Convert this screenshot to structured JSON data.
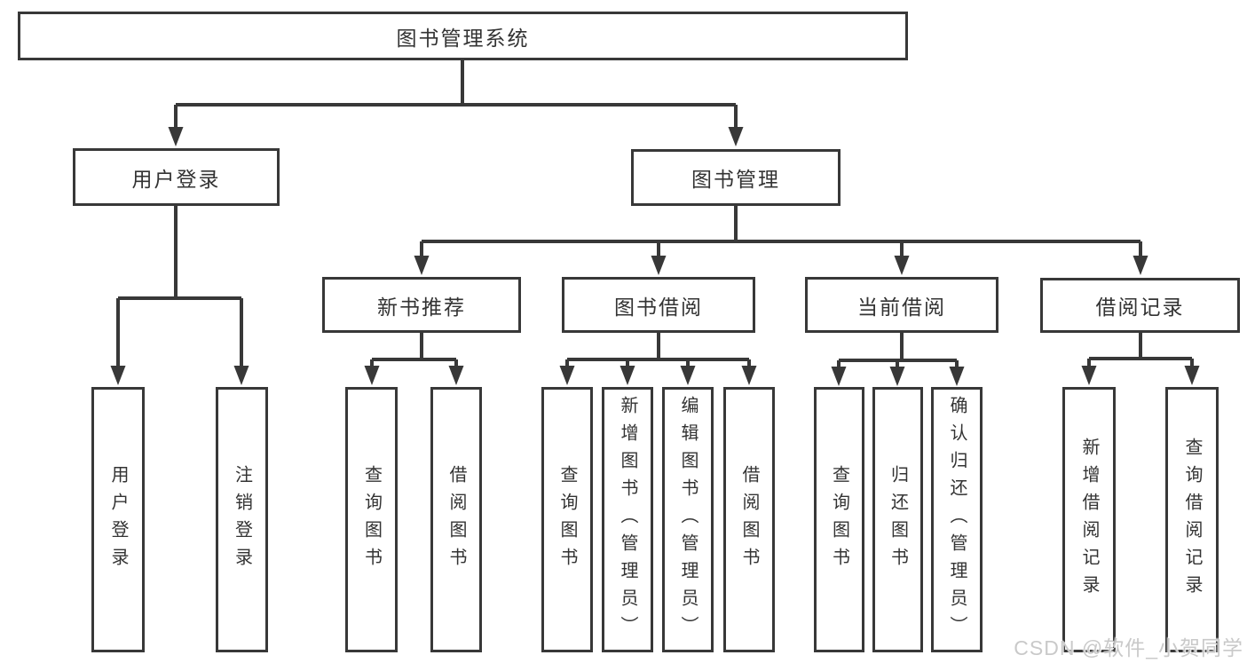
{
  "nodes": {
    "root": "图书管理系统",
    "level2": [
      {
        "label": "用户登录"
      },
      {
        "label": "图书管理"
      }
    ],
    "level3": [
      {
        "label": "新书推荐"
      },
      {
        "label": "图书借阅"
      },
      {
        "label": "当前借阅"
      },
      {
        "label": "借阅记录"
      }
    ],
    "leaves_user_login": [
      "用户登录",
      "注销登录"
    ],
    "leaves_new_books": [
      "查询图书",
      "借阅图书"
    ],
    "leaves_book_borrow": [
      "查询图书",
      "新增图书（管理员）",
      "编辑图书（管理员）",
      "借阅图书"
    ],
    "leaves_current_borrow": [
      "查询图书",
      "归还图书",
      "确认归还（管理员）"
    ],
    "leaves_borrow_records": [
      "新增借阅记录",
      "查询借阅记录"
    ]
  },
  "watermark": "CSDN @软件_小贺同学",
  "colors": {
    "line": "#383838",
    "text": "#333333",
    "background": "#ffffff",
    "watermark": "#c9c9c9"
  }
}
